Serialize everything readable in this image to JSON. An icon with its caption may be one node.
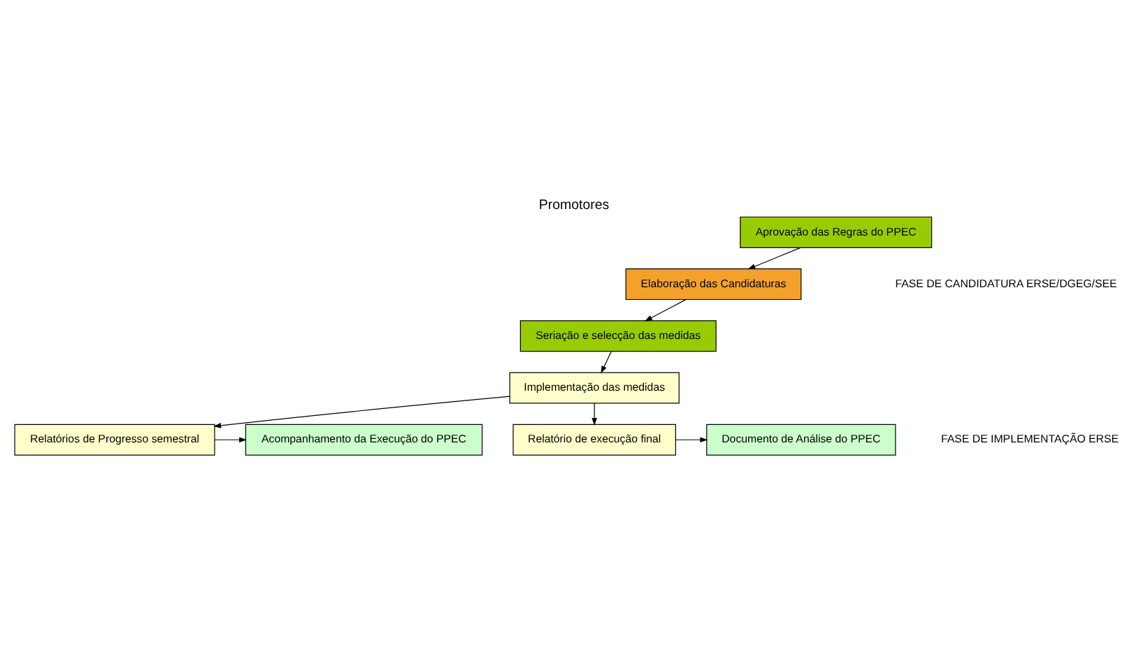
{
  "diagram": {
    "title": "Promotores",
    "nodes": [
      {
        "text": [
          "Aprovação das Regras do PPEC"
        ]
      },
      {
        "text": [
          "Elaboração das Candidaturas"
        ]
      },
      {
        "text": [
          "Seriação e selecção das medidas"
        ]
      },
      {
        "text": [
          "Acompanhamento da Execução do PPEC"
        ]
      },
      {
        "text": [
          "Relatórios de Progresso semestral"
        ]
      },
      {
        "text": [
          "Implementação das medidas"
        ]
      },
      {
        "text": [
          "Documento de Análise do PPEC"
        ]
      },
      {
        "text": [
          "Relatório de execução final"
        ]
      }
    ],
    "edges": [
      {
        "from": 0,
        "to": 1,
        "arrow": "to"
      },
      {
        "from": 1,
        "to": 2,
        "arrow": "to"
      },
      {
        "from": 2,
        "to": 5,
        "arrow": "to"
      },
      {
        "from": 5,
        "to": 4,
        "arrow": "to"
      },
      {
        "from": 5,
        "to": 7,
        "arrow": "to"
      },
      {
        "from": 4,
        "to": 3,
        "arrow": "to"
      },
      {
        "from": 7,
        "to": 6,
        "arrow": "to"
      }
    ],
    "labels": [
      "FASE DE CANDIDATURA ERSE/DGEG/SEE",
      "FASE DE IMPLEMENTAÇÃO ERSE"
    ]
  }
}
